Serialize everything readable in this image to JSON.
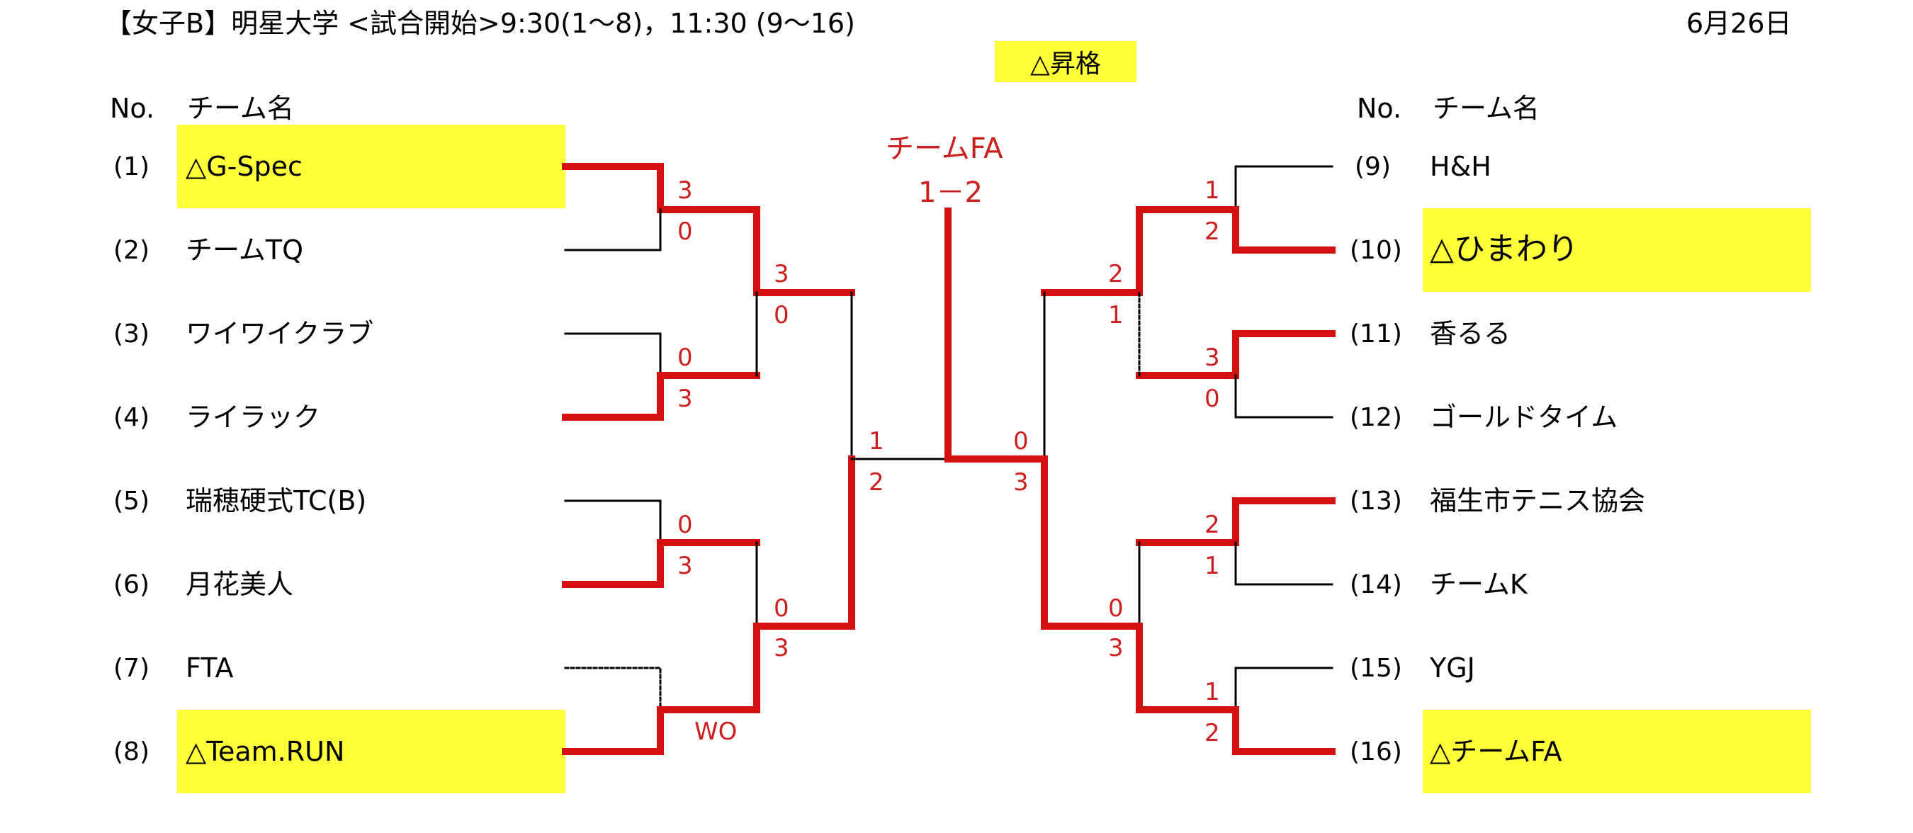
{
  "header": {
    "title": "【女子B】明星大学 <試合開始>9:30(1〜8)，11:30 (9〜16)",
    "date": "6月26日",
    "promotion_label": "△昇格"
  },
  "columns": {
    "no": "No.",
    "team": "チーム名"
  },
  "left_teams": [
    {
      "no": "(1)",
      "name": "△G-Spec"
    },
    {
      "no": "(2)",
      "name": "チームTQ"
    },
    {
      "no": "(3)",
      "name": "ワイワイクラブ"
    },
    {
      "no": "(4)",
      "name": "ライラック"
    },
    {
      "no": "(5)",
      "name": "瑞穂硬式TC(B)"
    },
    {
      "no": "(6)",
      "name": "月花美人"
    },
    {
      "no": "(7)",
      "name": "FTA"
    },
    {
      "no": "(8)",
      "name": "△Team.RUN"
    }
  ],
  "right_teams": [
    {
      "no": "(9)",
      "name": "H&H"
    },
    {
      "no": "(10)",
      "name": "△ひまわり"
    },
    {
      "no": "(11)",
      "name": "香るる"
    },
    {
      "no": "(12)",
      "name": "ゴールドタイム"
    },
    {
      "no": "(13)",
      "name": "福生市テニス協会"
    },
    {
      "no": "(14)",
      "name": "チームK"
    },
    {
      "no": "(15)",
      "name": "YGJ"
    },
    {
      "no": "(16)",
      "name": "△チームFA"
    }
  ],
  "final": {
    "winner": "チームFA",
    "score": "1－2"
  },
  "scores": {
    "l_r1_a": [
      "3",
      "0"
    ],
    "l_r1_b": [
      "0",
      "3"
    ],
    "l_r1_c": [
      "0",
      "3"
    ],
    "l_r1_d": [
      "WO"
    ],
    "l_r2_a": [
      "3",
      "0"
    ],
    "l_r2_b": [
      "0",
      "3"
    ],
    "l_r3": [
      "1",
      "2"
    ],
    "r_r3": [
      "0",
      "3"
    ],
    "r_r2_a": [
      "2",
      "1"
    ],
    "r_r2_b": [
      "0",
      "3"
    ],
    "r_r1_a": [
      "1",
      "2"
    ],
    "r_r1_b": [
      "3",
      "0"
    ],
    "r_r1_c": [
      "2",
      "1"
    ],
    "r_r1_d": [
      "1",
      "2"
    ]
  },
  "colors": {
    "highlight": "#ffff3a",
    "winner_line": "#d41111",
    "score_text": "#cc1f1f"
  }
}
